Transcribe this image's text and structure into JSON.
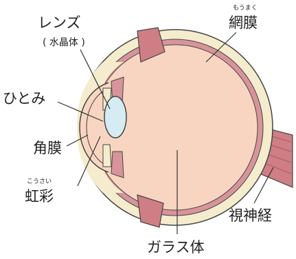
{
  "labels": {
    "lens": {
      "text": "レンズ",
      "sub": "( 水晶体 )"
    },
    "retina": {
      "text": "網膜",
      "ruby": "もうまく"
    },
    "pupil": {
      "text": "ひとみ"
    },
    "cornea": {
      "text": "角膜"
    },
    "iris": {
      "text": "虹彩",
      "ruby": "こうさい"
    },
    "vitreous": {
      "text": "ガラス体"
    },
    "optic_nerve": {
      "text": "視神経"
    }
  },
  "colors": {
    "sclera": "#f5eccd",
    "choroid": "#d8949a",
    "interior": "#f8d5c0",
    "lens": "#d4ecf2",
    "muscle": "#cf7e86",
    "outline": "#444444"
  }
}
